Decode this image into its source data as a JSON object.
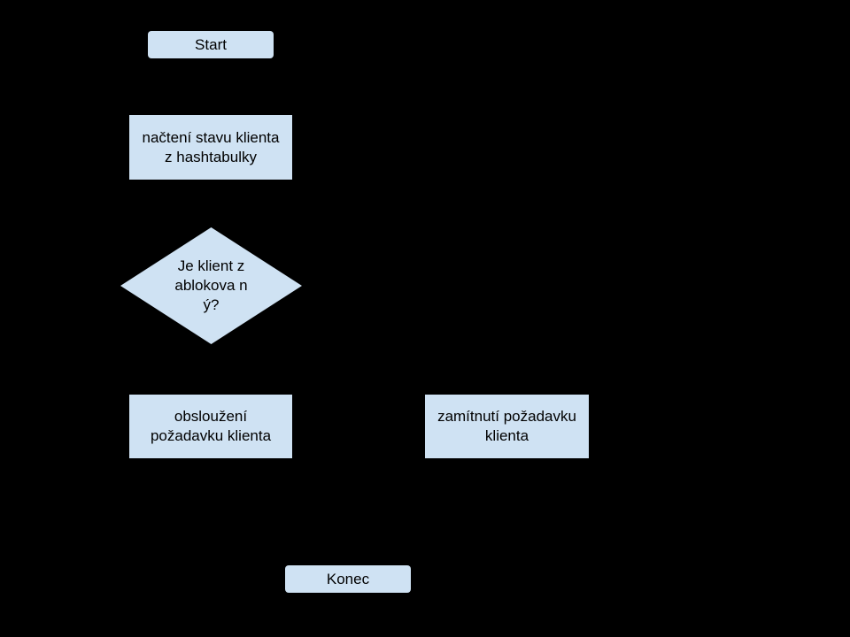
{
  "diagram": {
    "start": "Start",
    "load_client_state": "načtení stavu klienta z hashtabulky",
    "decision_blocked": "Je klient zablokova ný?",
    "serve_request": "obsloužení požadavku klienta",
    "reject_request": "zamítnutí požadavku klienta",
    "end": "Konec"
  },
  "colors": {
    "background": "#000000",
    "node_fill": "#cfe2f3",
    "text": "#000000",
    "connector": "#000000"
  }
}
